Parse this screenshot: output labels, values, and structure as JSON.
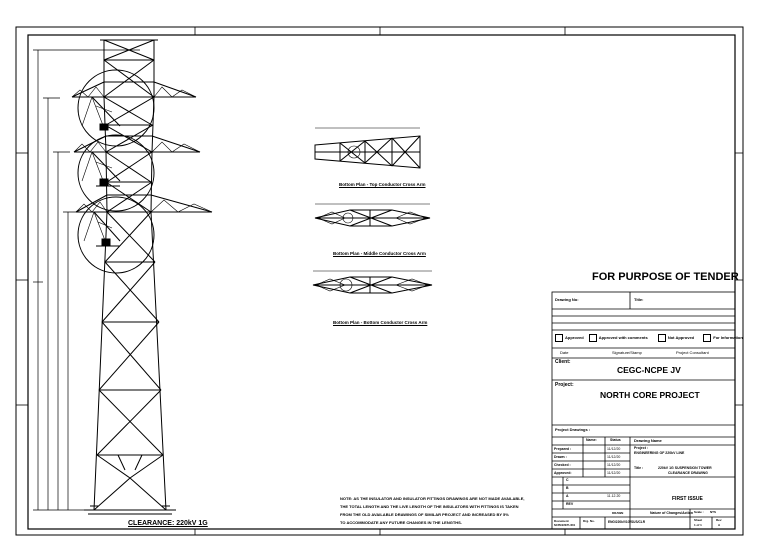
{
  "tender_stamp": "FOR PURPOSE OF TENDER",
  "clearance_label": "CLEARANCE: 220kV 1G",
  "plans": [
    {
      "caption": "Bottom Plan - Top Conductor Cross Arm"
    },
    {
      "caption": "Bottom Plan - Middle Conductor Cross Arm"
    },
    {
      "caption": "Bottom Plan - Bottom Conductor Cross Arm"
    }
  ],
  "note": [
    "NOTE: AS THE INSULATOR AND INSULATOR FITTINGS DRAWINGS ARE NOT MADE AVAILABLE,",
    "THE TOTAL LENGTH AND THE LIVE LENGTH OF THE INSULATORS WITH FITTINGS IS TAKEN",
    "FROM THE OLD AVAILABLE DRAWINGS OF SIMILAR PROJECT AND INCREASED BY 5%",
    "TO ACCOMMODATE ANY FUTURE CHANGES IN THE LENGTHS."
  ],
  "title_block": {
    "drawing_no_label": "Drawing No:",
    "title_label": "Title:",
    "status_options": [
      "Approved",
      "Approved with comments",
      "Not Approved",
      "For Information"
    ],
    "date_label": "Date",
    "signature_label": "Signature/Stamp",
    "project_consultant_label": "Project Consultant",
    "client_label": "Client:",
    "client": "CEGC-NCPE JV",
    "project_label": "Project:",
    "project": "NORTH CORE PROJECT",
    "project_drawings_label": "Project Drawings :",
    "name_header": "Name:",
    "status_header": "Status",
    "drawing_name_header": "Drawing Name",
    "rows": [
      {
        "role": "Prepared :",
        "date": "11/12/20"
      },
      {
        "role": "Drawn :",
        "date": "11/12/20"
      },
      {
        "role": "Checked :",
        "date": "11/12/20"
      },
      {
        "role": "Approved:",
        "date": "11/12/20"
      }
    ],
    "drawing_project_label": "Project :",
    "drawing_project": "ENGINEERING OF 220kV LINE",
    "drawing_title_label": "Title :",
    "drawing_title": "220kV 1G SUSPENSION TOWER",
    "drawing_title_2": "CLEARANCE DRAWING",
    "revision_rows": [
      "C",
      "B",
      "A"
    ],
    "rev_header": "REV",
    "first_issue": "FIRST ISSUE",
    "rev_date": "11.12.20",
    "nature_label": "Nature of Changes/Action",
    "drawn_label": "DRAWN",
    "scale_label": "Scale :",
    "scale": "NTS",
    "drg_label": "Drg. No.",
    "drg_no": "ENG/220kV/1G/SUS/CLR",
    "sheet_label": "Sheet",
    "sheet": "1 of 1",
    "rev_label": "Rev",
    "rev_value": "A",
    "doc_label": "Document",
    "doc_no": "NCPE/220/TL/001"
  }
}
